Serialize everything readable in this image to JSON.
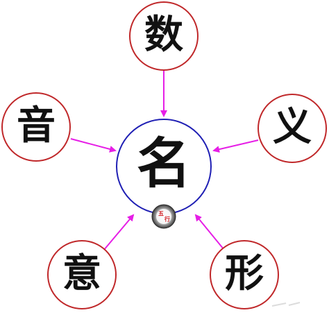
{
  "diagram": {
    "center": {
      "character": "名",
      "ring_color": "#1f1fb4"
    },
    "satellites": [
      {
        "id": "shu",
        "character": "数"
      },
      {
        "id": "yin",
        "character": "音"
      },
      {
        "id": "yi_meaning",
        "character": "义"
      },
      {
        "id": "yi_intent",
        "character": "意"
      },
      {
        "id": "xing",
        "character": "形"
      }
    ],
    "satellite_ring_color": "#c0282a",
    "arrow_color": "#e61ee6",
    "seal": {
      "top": "五",
      "bottom": "行",
      "text_color": "#d0141a"
    }
  }
}
